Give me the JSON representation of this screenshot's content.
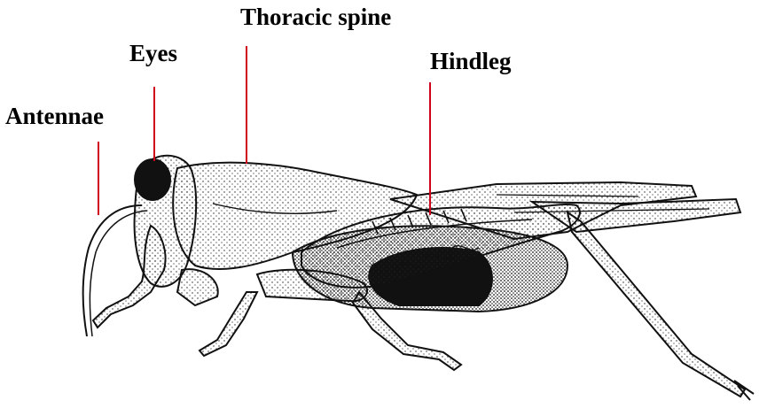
{
  "diagram": {
    "labels": [
      {
        "id": "thoracic",
        "text": "Thoracic spine"
      },
      {
        "id": "eyes",
        "text": "Eyes"
      },
      {
        "id": "hindleg",
        "text": "Hindleg"
      },
      {
        "id": "antennae",
        "text": "Antennae"
      }
    ],
    "colors": {
      "leader": "#d0021b",
      "ink": "#111111",
      "fill": "#ffffff"
    }
  }
}
